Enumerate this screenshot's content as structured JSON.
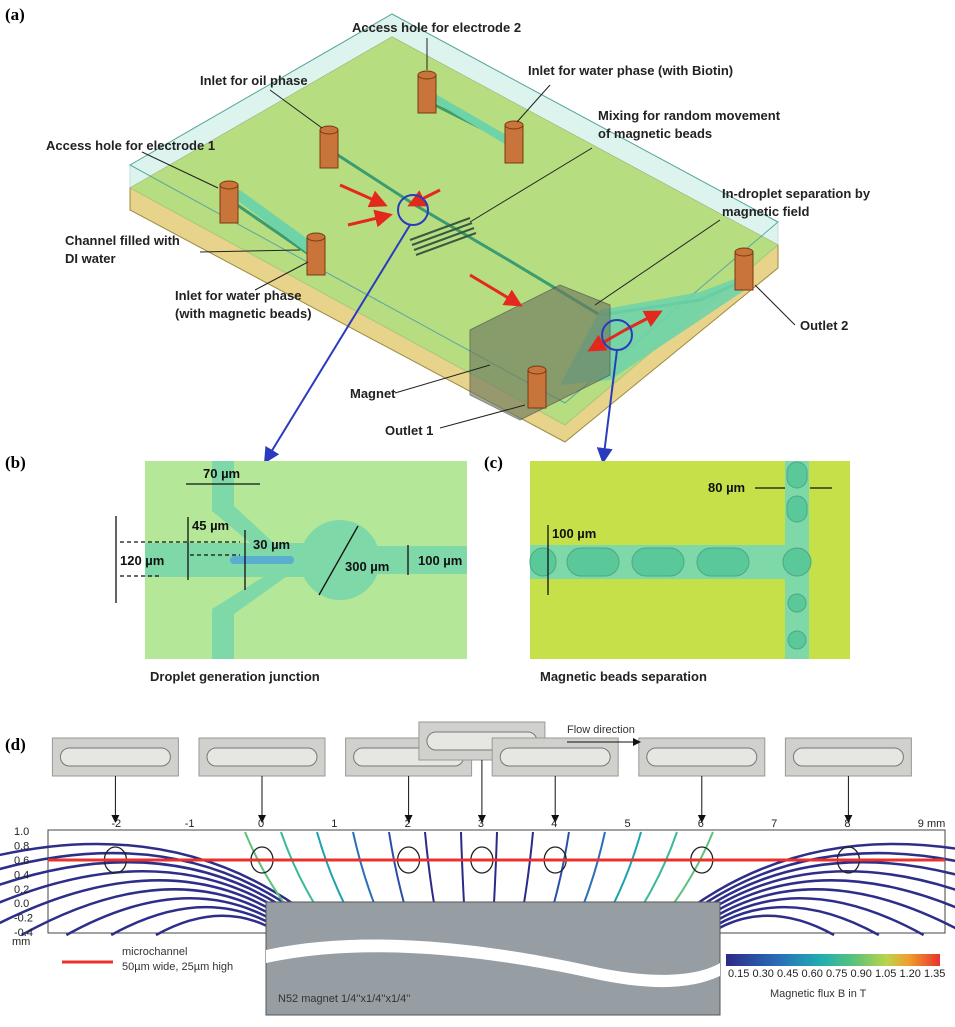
{
  "panels": {
    "a": {
      "label": "(a)",
      "callouts": {
        "electrode2": "Access hole for electrode 2",
        "oil_inlet": "Inlet for oil phase",
        "water_biotin": "Inlet for water phase (with Biotin)",
        "mixing_1": "Mixing for random movement",
        "mixing_2": "of magnetic beads",
        "electrode1": "Access hole for electrode 1",
        "separation_1": "In-droplet separation by",
        "separation_2": "magnetic field",
        "channel_1": "Channel filled with",
        "channel_2": "DI water",
        "water_beads_1": "Inlet for water phase",
        "water_beads_2": "(with magnetic beads)",
        "outlet2": "Outlet 2",
        "magnet": "Magnet",
        "outlet1": "Outlet 1"
      }
    },
    "b": {
      "label": "(b)",
      "caption": "Droplet generation junction",
      "dims": {
        "d70": "70 µm",
        "d45": "45 µm",
        "d30": "30 µm",
        "d120": "120 µm",
        "d300": "300 µm",
        "d100": "100 µm"
      }
    },
    "c": {
      "label": "(c)",
      "caption": "Magnetic beads separation",
      "dims": {
        "d80": "80 µm",
        "d100": "100 µm"
      }
    },
    "d": {
      "label": "(d)",
      "flow_direction": "Flow direction",
      "x_ticks": [
        "-2",
        "-1",
        "0",
        "1",
        "2",
        "3",
        "4",
        "5",
        "6",
        "7",
        "8",
        "9"
      ],
      "x_unit": "mm",
      "y_ticks": [
        "1.0",
        "0.8",
        "0.6",
        "0.4",
        "0.2",
        "0.0",
        "-0.2",
        "-0.4"
      ],
      "y_unit": "mm",
      "microchannel_y": 0.6,
      "circle_positions": [
        -2,
        0,
        2,
        3,
        4,
        6,
        8
      ],
      "legend_1": "microchannel",
      "legend_2": "50µm wide, 25µm high",
      "magnet_label": "N52 magnet 1/4''x1/4''x1/4''",
      "colorbar_ticks": [
        "0.15",
        "0.30",
        "0.45",
        "0.60",
        "0.75",
        "0.90",
        "1.05",
        "1.20",
        "1.35"
      ],
      "colorbar_title": "Magnetic flux B in T",
      "colors": {
        "channel": "#e8322e",
        "magnet": "#969ea3"
      }
    }
  }
}
